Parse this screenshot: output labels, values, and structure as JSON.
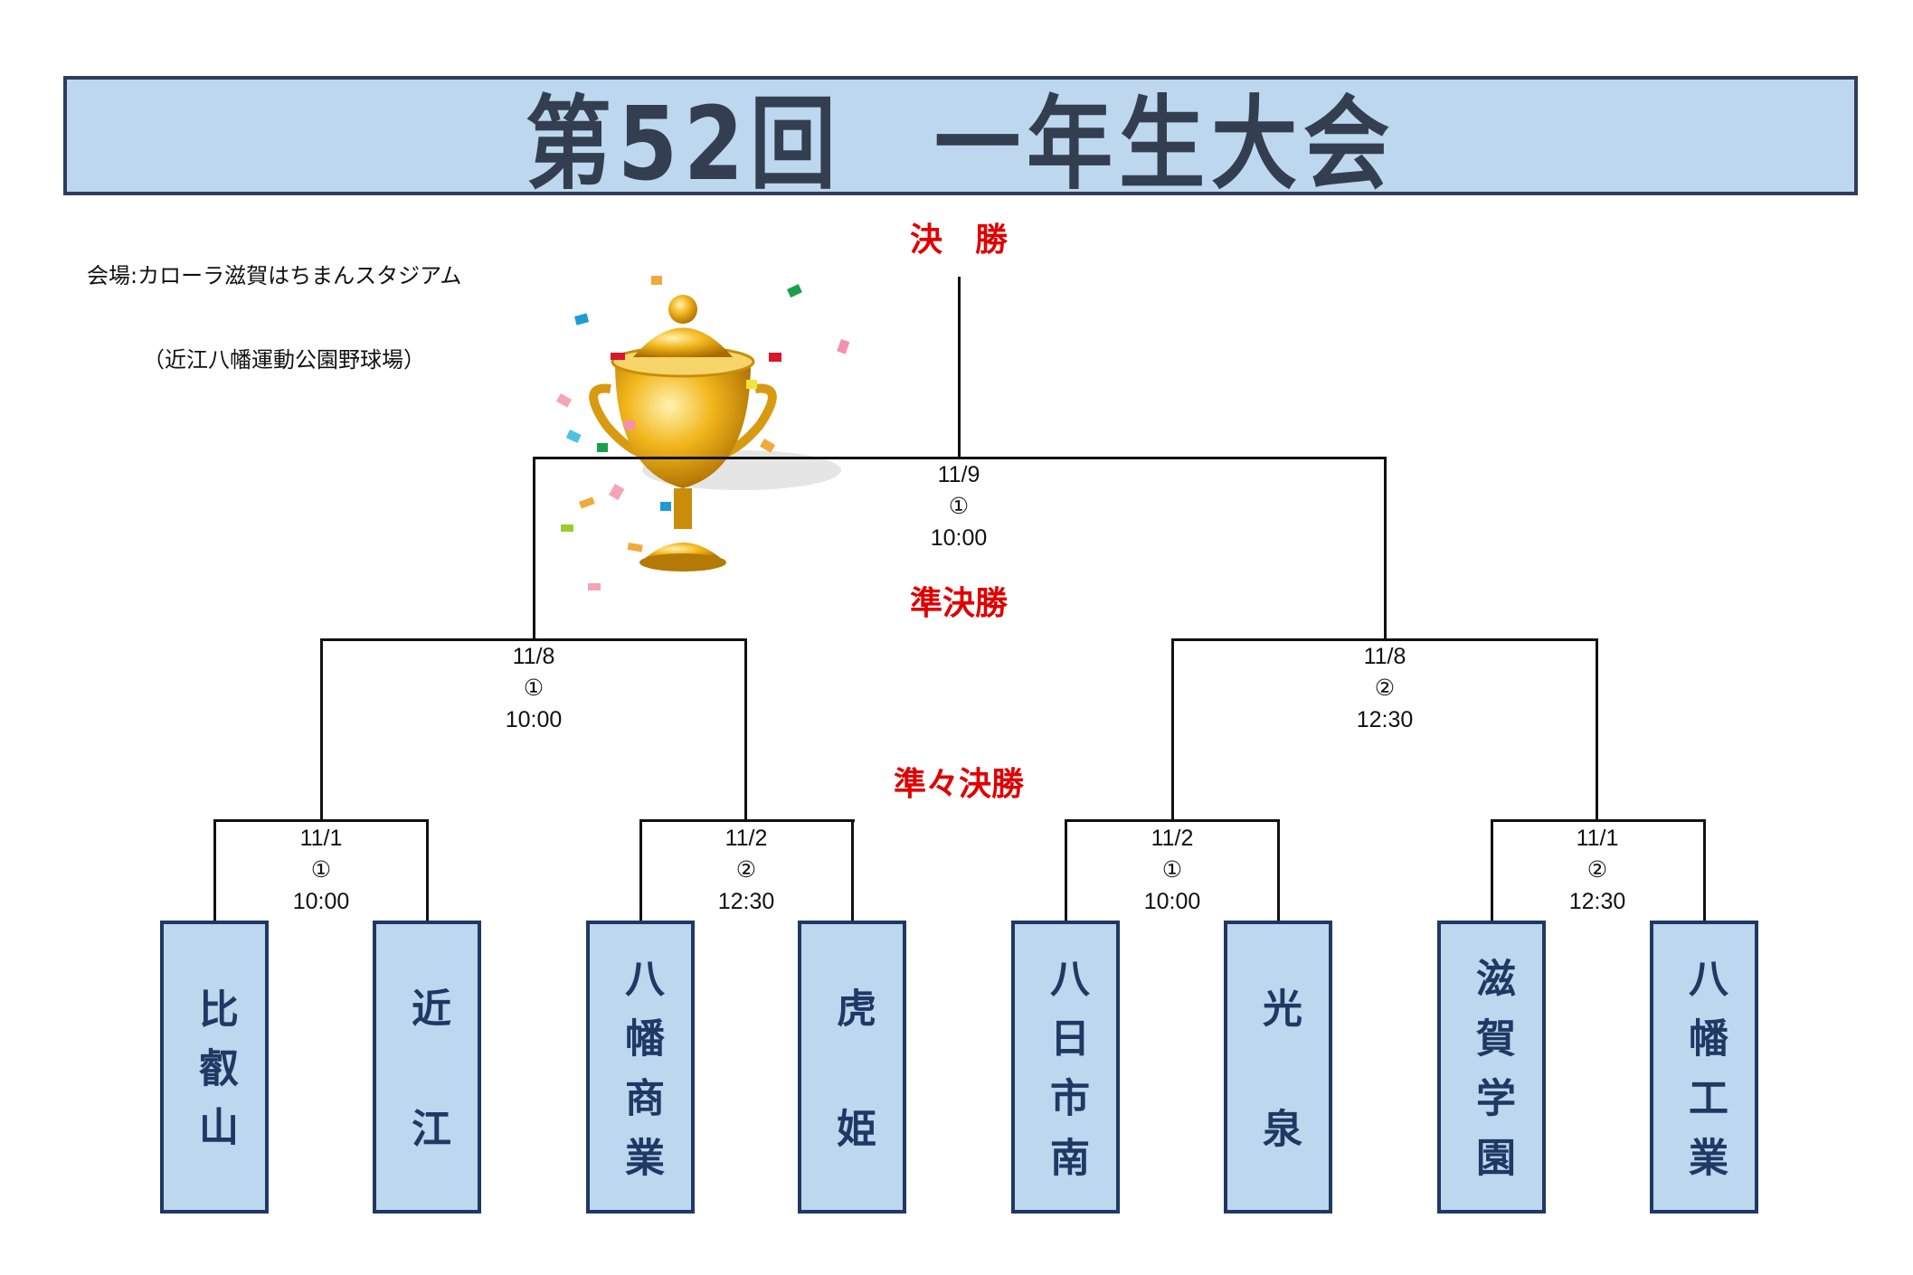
{
  "title": "第52回　一年生大会",
  "venue": {
    "line1": "会場:カローラ滋賀はちまんスタジアム",
    "line2": "（近江八幡運動公園野球場）"
  },
  "rounds": {
    "final": "決　勝",
    "semifinal": "準決勝",
    "quarterfinal": "準々決勝"
  },
  "final": {
    "date": "11/9",
    "field": "①",
    "time": "10:00"
  },
  "semifinals": [
    {
      "date": "11/8",
      "field": "①",
      "time": "10:00"
    },
    {
      "date": "11/8",
      "field": "②",
      "time": "12:30"
    }
  ],
  "quarterfinals": [
    {
      "date": "11/1",
      "field": "①",
      "time": "10:00"
    },
    {
      "date": "11/2",
      "field": "②",
      "time": "12:30"
    },
    {
      "date": "11/2",
      "field": "①",
      "time": "10:00"
    },
    {
      "date": "11/1",
      "field": "②",
      "time": "12:30"
    }
  ],
  "teams": [
    "比叡山",
    "近江",
    "八幡商業",
    "虎姫",
    "八日市南",
    "光泉",
    "滋賀学園",
    "八幡工業"
  ],
  "colors": {
    "box_fill": "#bdd7ee",
    "box_border": "#203864",
    "round_label": "#e00000",
    "title_text": "#333f50"
  }
}
